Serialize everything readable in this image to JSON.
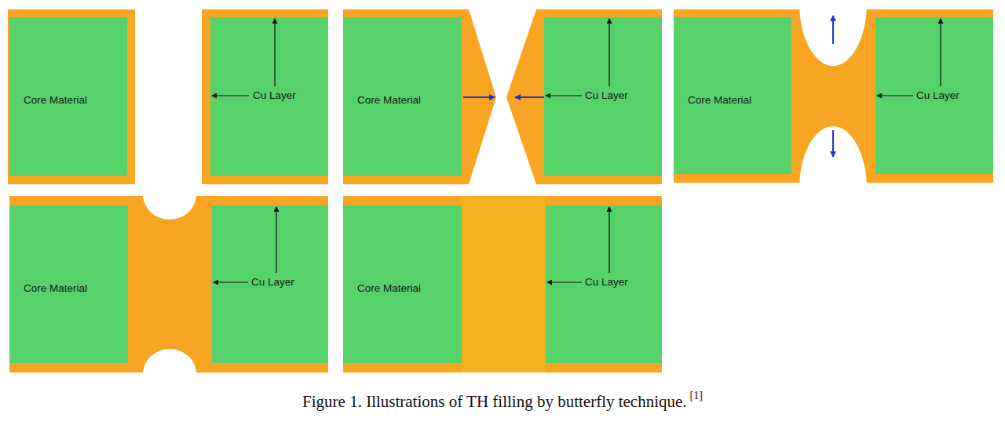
{
  "diagram": {
    "caption": "Figure 1. Illustrations of TH filling by butterfly technique.",
    "nodes": [
      {
        "text": [
          "Core Material"
        ]
      },
      {
        "text": [
          "Cu Layer"
        ]
      },
      {
        "text": [
          "Core Material"
        ]
      },
      {
        "text": [
          "Cu Layer"
        ]
      },
      {
        "text": [
          "Core Material"
        ]
      },
      {
        "text": [
          "Cu Layer"
        ]
      },
      {
        "text": [
          "Core Material"
        ]
      },
      {
        "text": [
          "Cu Layer"
        ]
      },
      {
        "text": [
          "Core Material"
        ]
      },
      {
        "text": [
          "Cu Layer"
        ]
      }
    ],
    "labels": [
      "[1]"
    ]
  }
}
